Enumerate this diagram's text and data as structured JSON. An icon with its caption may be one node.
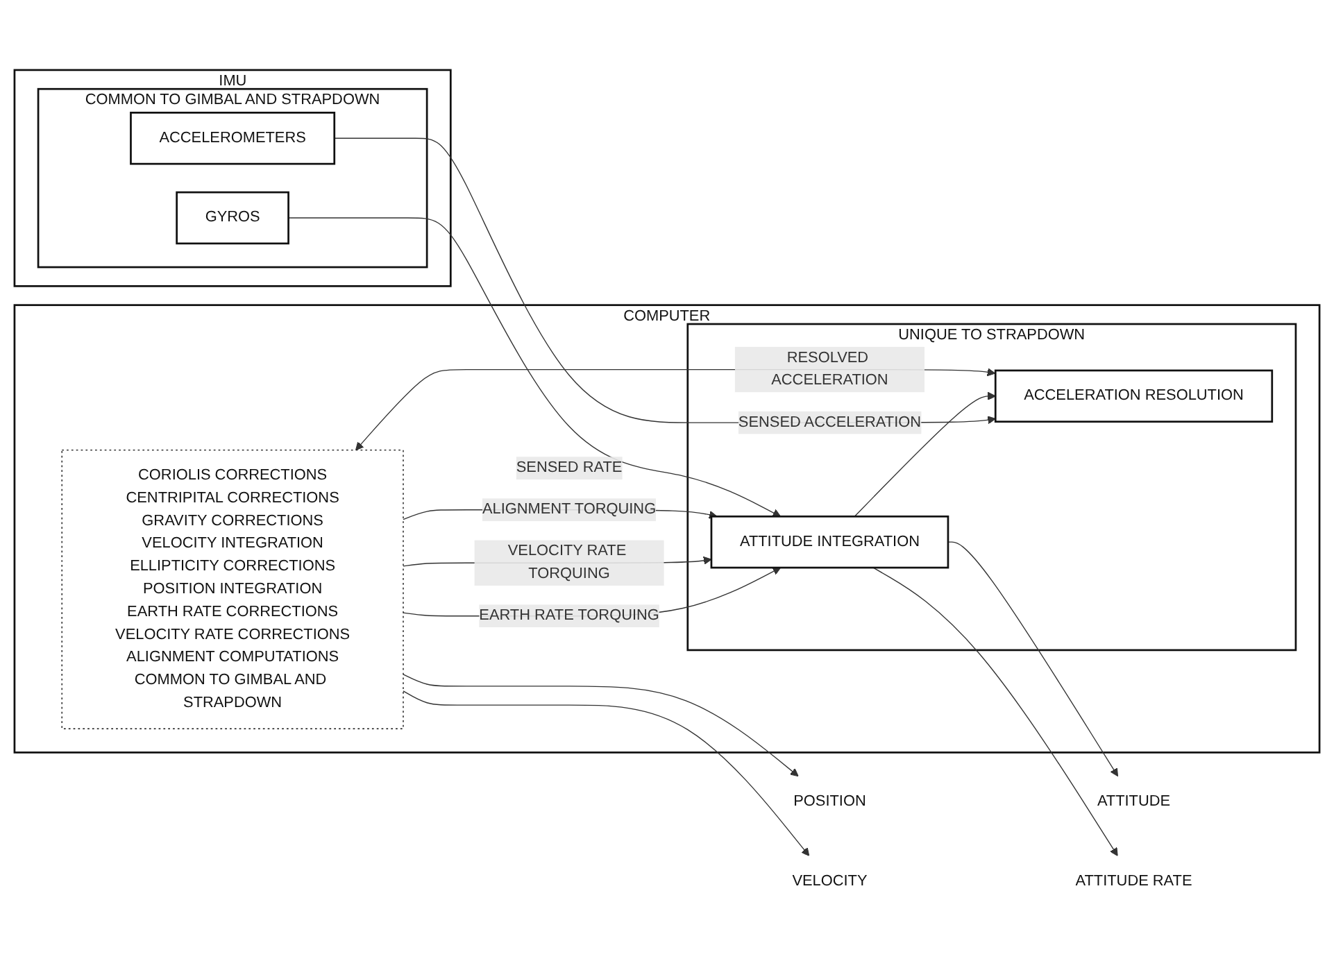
{
  "diagram": {
    "nodes": [
      {
        "text": [
          "COMPUTER"
        ]
      },
      {
        "text": [
          "CORIOLIS CORRECTIONS",
          "CENTRIPITAL CORRECTIONS",
          "GRAVITY CORRECTIONS",
          "VELOCITY INTEGRATION",
          "ELLIPTICITY CORRECTIONS",
          "POSITION INTEGRATION",
          "EARTH RATE CORRECTIONS",
          "VELOCITY RATE CORRECTIONS",
          "ALIGNMENT COMPUTATIONS",
          "COMMON TO GIMBAL AND STRAPDOWN"
        ],
        "in": 0
      },
      {
        "text": [
          "UNIQUE TO STRAPDOWN"
        ],
        "in": 0
      },
      {
        "text": [
          "ATTITUDE INTEGRATION"
        ],
        "in": 2
      },
      {
        "text": [
          "ACCELERATION RESOLUTION"
        ],
        "in": 2
      },
      {
        "text": [
          "POSITION"
        ]
      },
      {
        "text": [
          "VELOCITY"
        ]
      },
      {
        "text": [
          "ATTITUDE"
        ]
      },
      {
        "text": [
          "ATTITUDE RATE"
        ]
      },
      {
        "text": [
          "IMU"
        ]
      },
      {
        "text": [
          "COMMON TO GIMBAL AND STRAPDOWN"
        ],
        "in": 9
      },
      {
        "text": [
          "ACCELEROMETERS"
        ],
        "in": 10
      },
      {
        "text": [
          "GYROS"
        ],
        "in": 10
      }
    ],
    "edges": [
      {
        "from": 1,
        "to": 5,
        "arrow": "to"
      },
      {
        "from": 1,
        "to": 6,
        "arrow": "to"
      },
      {
        "from": 4,
        "to": 1,
        "label": "RESOLVED ACCELERATION",
        "arrow": "both"
      },
      {
        "from": 1,
        "to": 3,
        "label": "EARTH RATE TORQUING",
        "arrow": "to"
      },
      {
        "from": 1,
        "to": 3,
        "label": "VELOCITY RATE TORQUING",
        "arrow": "to"
      },
      {
        "from": 1,
        "to": 3,
        "label": "ALIGNMENT TORQUING",
        "arrow": "to"
      },
      {
        "from": 12,
        "to": 3,
        "label": "SENSED RATE",
        "arrow": "to"
      },
      {
        "from": 11,
        "to": 4,
        "label": "SENSED ACCELERATION",
        "arrow": "to"
      },
      {
        "from": 3,
        "to": 4,
        "arrow": "to"
      },
      {
        "from": 3,
        "to": 7,
        "arrow": "to"
      },
      {
        "from": 3,
        "to": 8,
        "arrow": "to"
      }
    ]
  }
}
